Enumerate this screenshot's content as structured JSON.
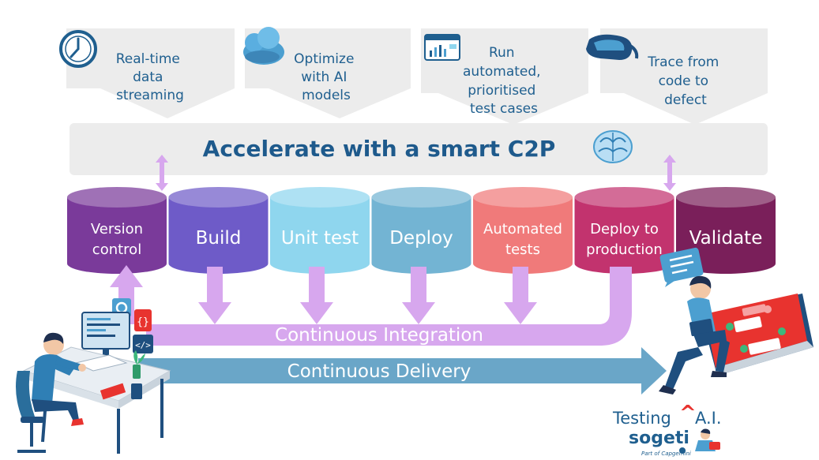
{
  "top_features": [
    {
      "line1": "Real-time",
      "line2": "data",
      "line3": "streaming",
      "icon": "clock-icon"
    },
    {
      "line1": "Optimize",
      "line2": "with AI",
      "line3": "models",
      "icon": "cloud-icon"
    },
    {
      "line1": "Run",
      "line2": "automated,",
      "line3": "prioritised",
      "line4": "test cases",
      "icon": "dashboard-icon"
    },
    {
      "line1": "Trace from",
      "line2": "code to",
      "line3": "defect",
      "icon": "vr-headset-icon"
    }
  ],
  "banner": {
    "title": "Accelerate with a smart C2P",
    "icon": "brain-icon"
  },
  "stages": [
    {
      "line1": "Version",
      "line2": "control",
      "color": "#7a3a9a"
    },
    {
      "line1": "Build",
      "line2": "",
      "color": "#6e5bc8"
    },
    {
      "line1": "Unit test",
      "line2": "",
      "color": "#8fd6ee"
    },
    {
      "line1": "Deploy",
      "line2": "",
      "color": "#73b4d3"
    },
    {
      "line1": "Automated",
      "line2": "tests",
      "color": "#f07a7a"
    },
    {
      "line1": "Deploy to",
      "line2": "production",
      "color": "#c2336e"
    },
    {
      "line1": "Validate",
      "line2": "",
      "color": "#7a1f5a"
    }
  ],
  "flows": {
    "ci_label": "Continuous Integration",
    "cd_label": "Continuous Delivery",
    "ci_color": "#d7a7ee",
    "cd_color": "#6aa6c8"
  },
  "brand": {
    "line1_a": "Testing",
    "caret": "^",
    "line1_b": "A.I.",
    "logo": "sogeti",
    "tagline": "Part of Capgemini",
    "accent": "#e8332f"
  }
}
